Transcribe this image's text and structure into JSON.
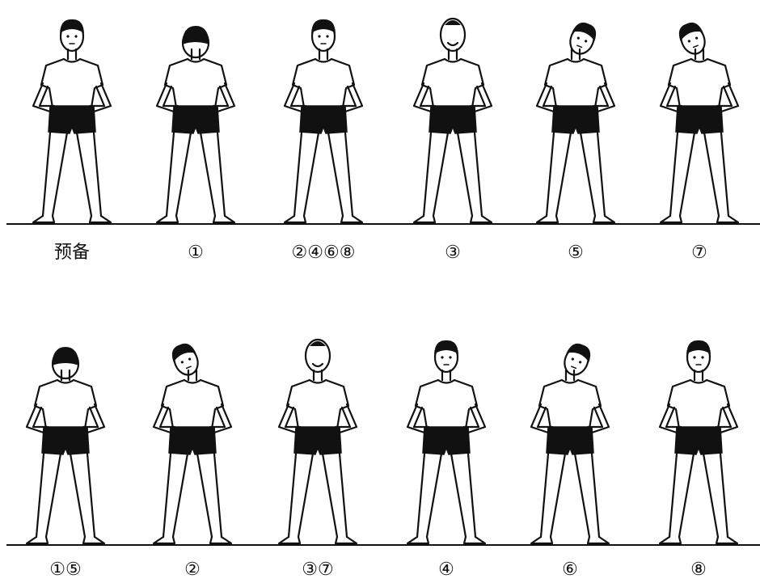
{
  "rows": [
    {
      "figures": [
        {
          "pose": "ready",
          "caption": "预备"
        },
        {
          "pose": "head-down",
          "caption": "①"
        },
        {
          "pose": "head-center",
          "caption": "②④⑥⑧"
        },
        {
          "pose": "head-up",
          "caption": "③"
        },
        {
          "pose": "head-tilt-right",
          "caption": "⑤"
        },
        {
          "pose": "head-tilt-left",
          "caption": "⑦"
        }
      ]
    },
    {
      "figures": [
        {
          "pose": "head-down",
          "caption": "①⑤"
        },
        {
          "pose": "head-tilt-left",
          "caption": "②"
        },
        {
          "pose": "head-up",
          "caption": "③⑦"
        },
        {
          "pose": "head-center",
          "caption": "④"
        },
        {
          "pose": "head-tilt-right",
          "caption": "⑥"
        },
        {
          "pose": "head-center",
          "caption": "⑧"
        }
      ]
    }
  ],
  "colors": {
    "ink": "#111111",
    "shorts": "#111111",
    "paper": "#ffffff"
  }
}
